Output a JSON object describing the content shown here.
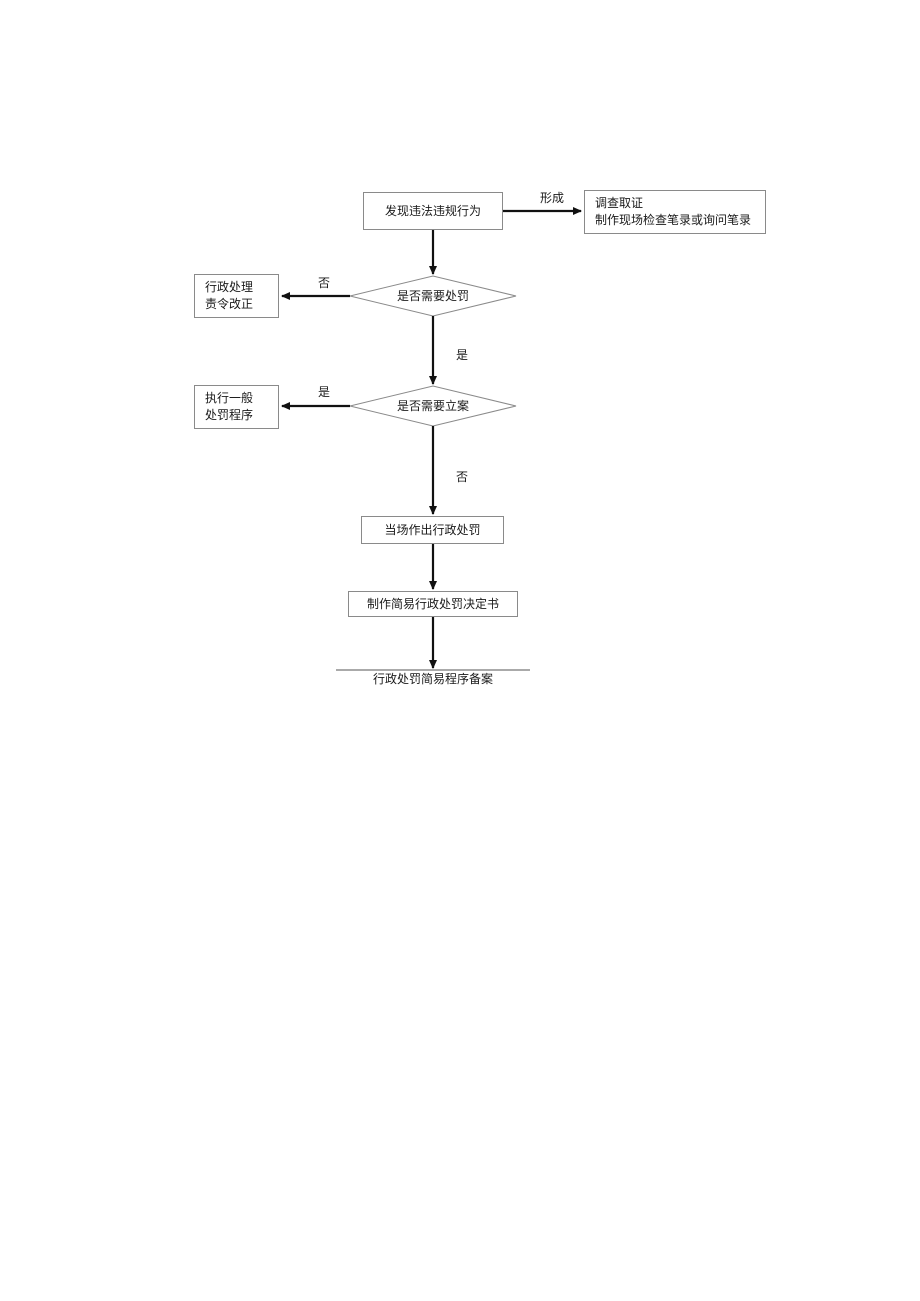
{
  "nodes": {
    "discover": "发现违法违规行为",
    "investigate": {
      "line1": "调查取证",
      "line2": "制作现场检查笔录或询问笔录"
    },
    "decision_penalty": "是否需要处罚",
    "admin_correct": {
      "line1": "行政处理",
      "line2": "责令改正"
    },
    "decision_case": "是否需要立案",
    "general_procedure": {
      "line1": "执行一般",
      "line2": "处罚程序"
    },
    "onsite_penalty": "当场作出行政处罚",
    "simple_decision": "制作简易行政处罚决定书",
    "filing": "行政处罚简易程序备案"
  },
  "edges": {
    "form": "形成",
    "no_1": "否",
    "yes_1": "是",
    "yes_2": "是",
    "no_2": "否"
  }
}
